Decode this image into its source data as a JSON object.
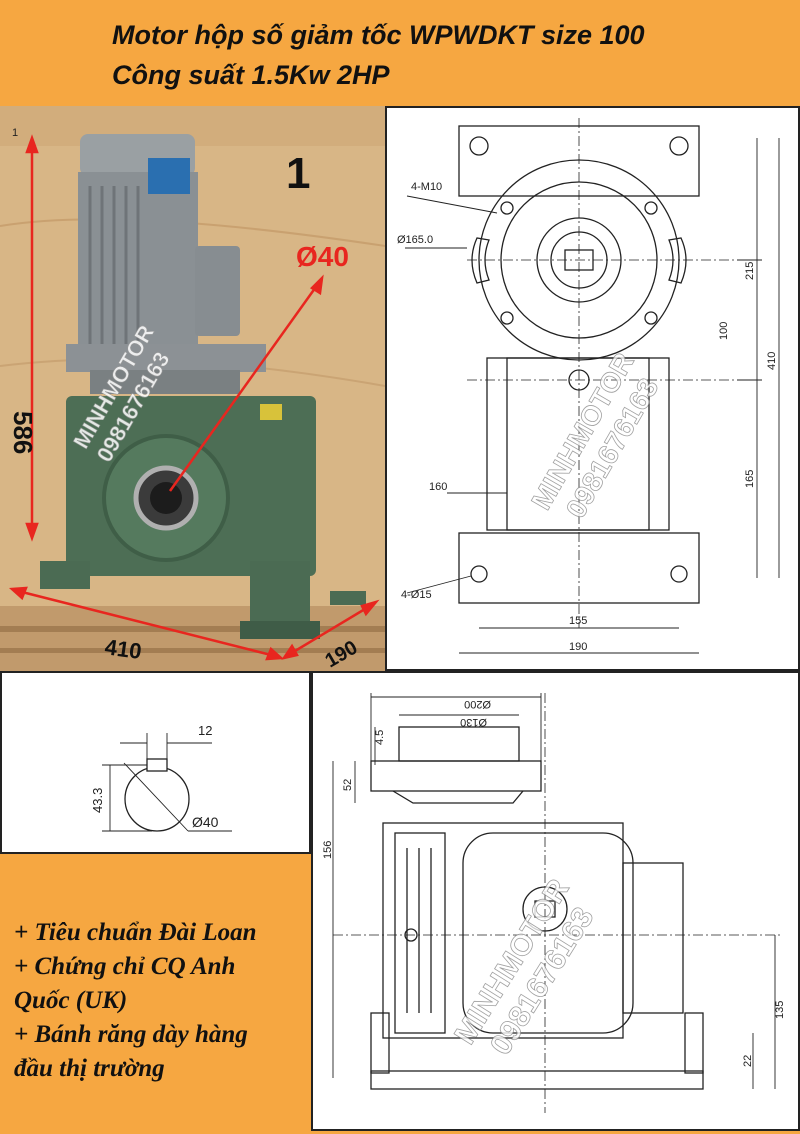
{
  "header": {
    "title_line1": "Motor hộp số giảm tốc WPWDKT size 100",
    "title_line2": "Công suất 1.5Kw 2HP"
  },
  "photo": {
    "number_badge": "1",
    "shaft_label": "Ø40",
    "height_dim": "586",
    "length_dim": "410",
    "width_dim": "190",
    "watermark_brand": "MINHMOTOR",
    "watermark_phone": "0981676163",
    "corner_mark": "1"
  },
  "front_drawing": {
    "bolt_label": "4-M10",
    "flange_dia": "Ø165.0",
    "dim_215": "215",
    "dim_100": "100",
    "dim_410": "410",
    "dim_165": "165",
    "dim_160": "160",
    "foot_holes": "4-Ø15",
    "dim_155": "155",
    "dim_190": "190"
  },
  "keyway_drawing": {
    "key_width": "12",
    "key_depth": "43.3",
    "bore_dia": "Ø40"
  },
  "side_drawing": {
    "dim_200": "Ø200",
    "dim_130": "Ø130",
    "dim_4_5": "4.5",
    "dim_52": "52",
    "dim_156": "156",
    "dim_135": "135",
    "dim_22": "22"
  },
  "features": {
    "lines": [
      "+ Tiêu chuẩn Đài Loan",
      "+ Chứng chỉ CQ Anh",
      "Quốc (UK)",
      "+ Bánh răng dày hàng",
      "đầu thị trường"
    ]
  },
  "colors": {
    "banner": "#f6a741",
    "gearbox_green": "#4a6b52",
    "motor_grey": "#8e9396",
    "dimension_red": "#e8261f"
  }
}
